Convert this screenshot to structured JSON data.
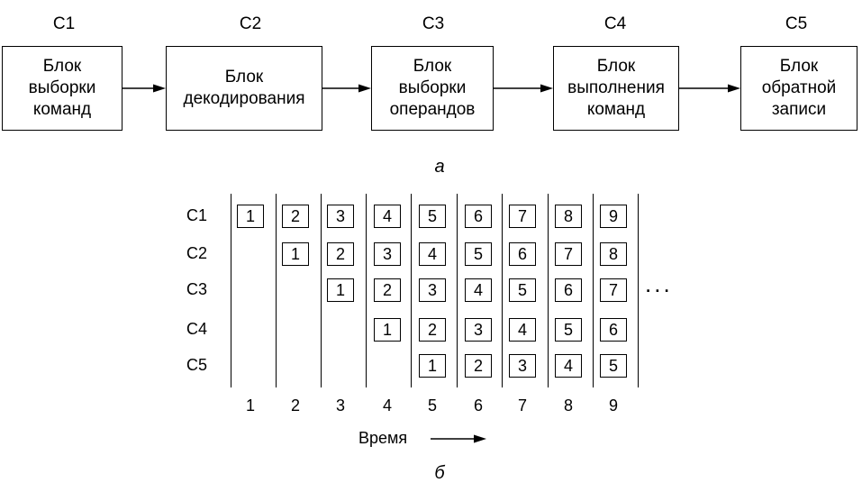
{
  "pipeline": {
    "stages": [
      {
        "id": "C1",
        "label": "Блок\nвыборки\nкоманд"
      },
      {
        "id": "C2",
        "label": "Блок\nдекодирования"
      },
      {
        "id": "C3",
        "label": "Блок\nвыборки\nоперандов"
      },
      {
        "id": "C4",
        "label": "Блок\nвыполнения\nкоманд"
      },
      {
        "id": "C5",
        "label": "Блок\nобратной\nзаписи"
      }
    ],
    "caption": "а"
  },
  "timing": {
    "rows": [
      "C1",
      "C2",
      "C3",
      "C4",
      "C5"
    ],
    "columns": [
      "1",
      "2",
      "3",
      "4",
      "5",
      "6",
      "7",
      "8",
      "9"
    ],
    "ellipsis": "...",
    "time_label": "Время",
    "caption": "б"
  }
}
